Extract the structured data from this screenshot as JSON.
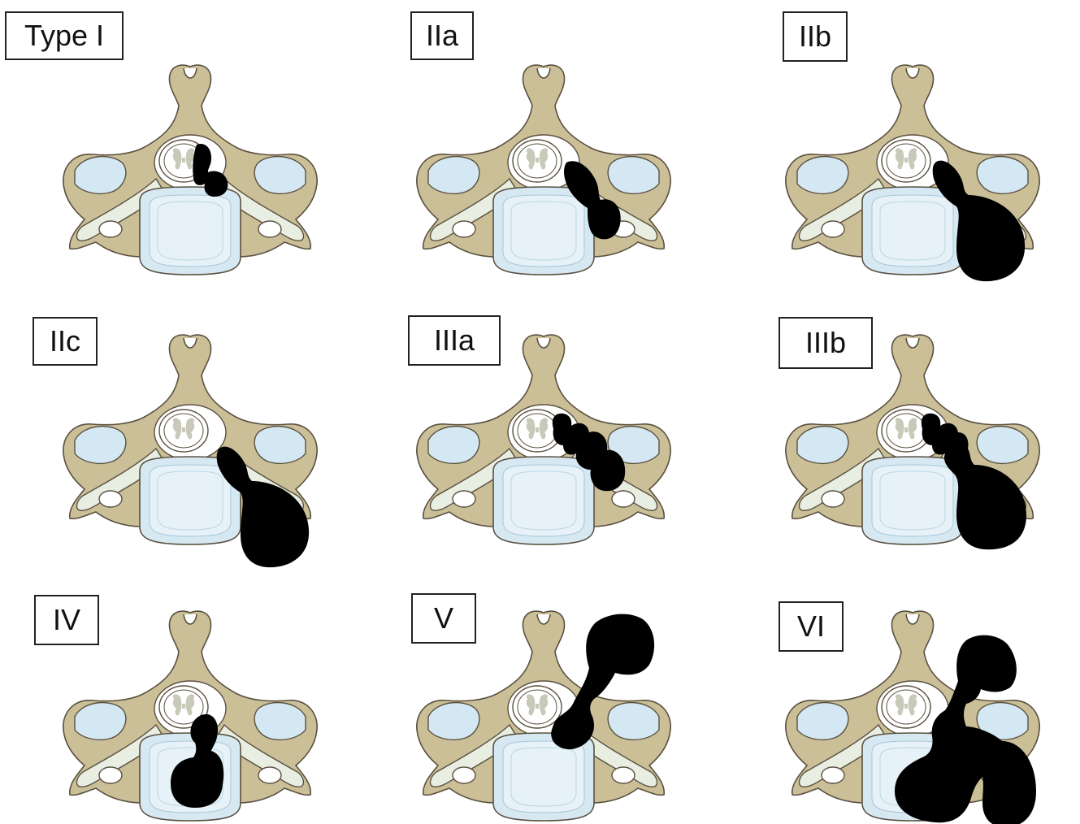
{
  "figure": {
    "panels": [
      {
        "label": "Type I",
        "tumor": "t1"
      },
      {
        "label": "IIa",
        "tumor": "t2a"
      },
      {
        "label": "IIb",
        "tumor": "t2b"
      },
      {
        "label": "IIc",
        "tumor": "t2c"
      },
      {
        "label": "IIIa",
        "tumor": "t3a"
      },
      {
        "label": "IIIb",
        "tumor": "t3b"
      },
      {
        "label": "IV",
        "tumor": "t4"
      },
      {
        "label": "V",
        "tumor": "t5"
      },
      {
        "label": "VI",
        "tumor": "t6"
      }
    ],
    "colors": {
      "bone": "#cbbf98",
      "bone_stroke": "#5a5040",
      "disc": "#d6e9f3",
      "disc_inner": "#e6f2f8",
      "facet": "#d3e8f2",
      "nerve": "#e9eee3",
      "cord": "#ffffff",
      "gray_matter": "#c8c9b8",
      "tumor": "#000000",
      "label_border": "#222222"
    }
  }
}
